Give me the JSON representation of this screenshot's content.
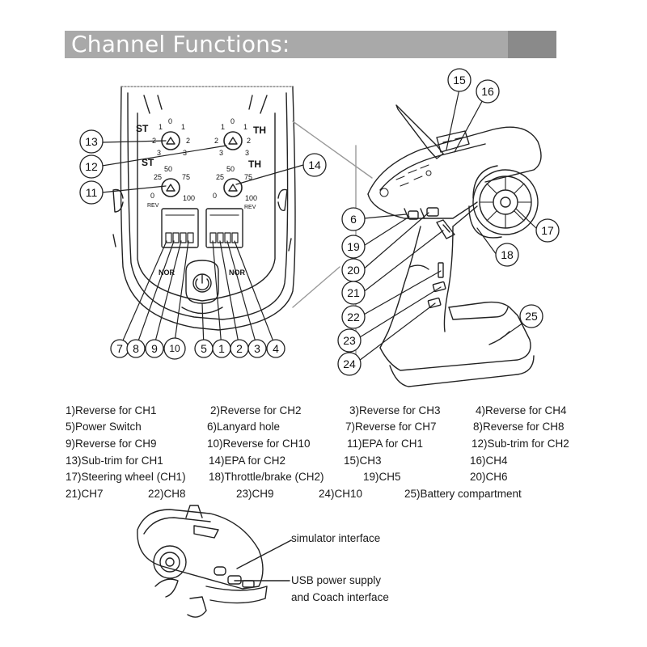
{
  "header": {
    "title": "Channel Functions:"
  },
  "left_panel": {
    "knobs": {
      "st_top_label": "ST",
      "th_top_label": "TH",
      "st_bottom_label": "ST",
      "th_bottom_label": "TH",
      "scale_small": [
        "0",
        "1",
        "1",
        "2",
        "2",
        "3",
        "3"
      ],
      "scale_50": "50",
      "scale_25": "25",
      "scale_75": "75",
      "scale_0": "0",
      "scale_100": "100",
      "rev": "REV"
    },
    "nor_label": "NOR"
  },
  "callout_numbers": [
    "1",
    "2",
    "3",
    "4",
    "5",
    "6",
    "7",
    "8",
    "9",
    "10",
    "11",
    "12",
    "13",
    "14",
    "15",
    "16",
    "17",
    "18",
    "19",
    "20",
    "21",
    "22",
    "23",
    "24",
    "25"
  ],
  "legend": [
    "1)Reverse for CH1",
    "2)Reverse for CH2",
    "3)Reverse for CH3",
    "4)Reverse for CH4",
    "5)Power Switch",
    "6)Lanyard hole",
    "7)Reverse for CH7",
    "8)Reverse for CH8",
    "9)Reverse for CH9",
    "10)Reverse for CH10",
    "11)EPA for CH1",
    "12)Sub-trim for CH2",
    "13)Sub-trim for CH1",
    "14)EPA for CH2",
    "15)CH3",
    "16)CH4",
    "17)Steering wheel (CH1)",
    "18)Throttle/brake (CH2)",
    "19)CH5",
    "20)CH6",
    "21)CH7",
    "22)CH8",
    "23)CH9",
    "24)CH10",
    "25)Battery compartment"
  ],
  "bottom_callouts": {
    "simulator": "simulator interface",
    "usb_line1": "USB power supply",
    "usb_line2": "and Coach interface"
  }
}
